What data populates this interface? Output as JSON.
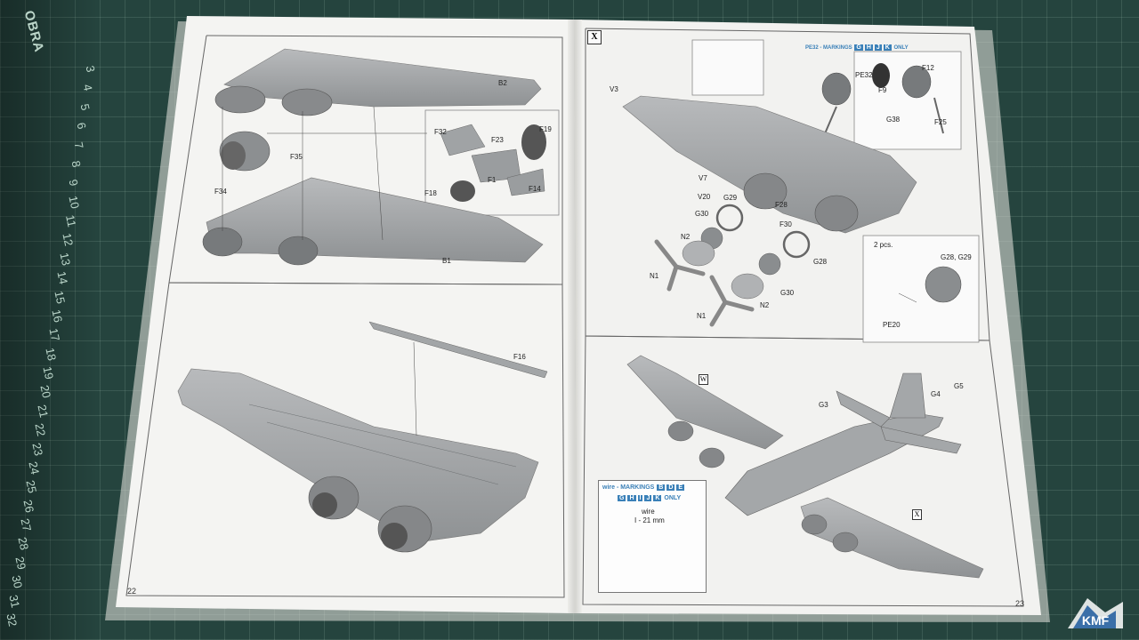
{
  "mat": {
    "brand": "OBRA",
    "ruler_numbers": [
      "3",
      "4",
      "5",
      "6",
      "7",
      "8",
      "9",
      "10",
      "11",
      "12",
      "13",
      "14",
      "15",
      "16",
      "17",
      "18",
      "19",
      "20",
      "21",
      "22",
      "23",
      "24",
      "25",
      "26",
      "27",
      "28",
      "29",
      "30",
      "31",
      "32"
    ]
  },
  "left_page": {
    "page_number": "22",
    "labels": {
      "b2": "B2",
      "b1": "B1",
      "f32": "F32",
      "f23": "F23",
      "f19": "F19",
      "f1": "F1",
      "f18": "F18",
      "f14": "F14",
      "f35": "F35",
      "f34": "F34",
      "f16": "F16"
    }
  },
  "right_page": {
    "page_number": "23",
    "badge_x": "X",
    "pe32_header": {
      "prefix": "PE32 - MARKINGS",
      "letters": [
        "G",
        "H",
        "J",
        "K"
      ],
      "suffix": "ONLY"
    },
    "labels": {
      "v3": "V3",
      "pe32": "PE32",
      "f12": "F12",
      "f9": "F9",
      "g38": "G38",
      "f25": "F25",
      "v7": "V7",
      "v20": "V20",
      "g29": "G29",
      "f28": "F28",
      "g30a": "G30",
      "f30": "F30",
      "n2a": "N2",
      "g28": "G28",
      "n1a": "N1",
      "n2b": "N2",
      "g30b": "G30",
      "n1b": "N1",
      "two_pcs": "2 pcs.",
      "g28g29": "G28, G29",
      "pe20": "PE20",
      "w": "W",
      "g3": "G3",
      "g4": "G4",
      "g5": "G5",
      "x2": "X"
    },
    "wire_box": {
      "header_prefix": "wire - MARKINGS",
      "letters_row1": [
        "B",
        "D",
        "E"
      ],
      "letters_row2": [
        "G",
        "H",
        "I",
        "J",
        "K"
      ],
      "suffix": "ONLY",
      "label": "wire",
      "length": "I - 21 mm"
    }
  },
  "watermark": "KMF",
  "colors": {
    "mat": "#25443e",
    "paper": "#f4f4f2",
    "plastic_grey": "#a9acae",
    "paint_callout": "#3a80b8"
  }
}
